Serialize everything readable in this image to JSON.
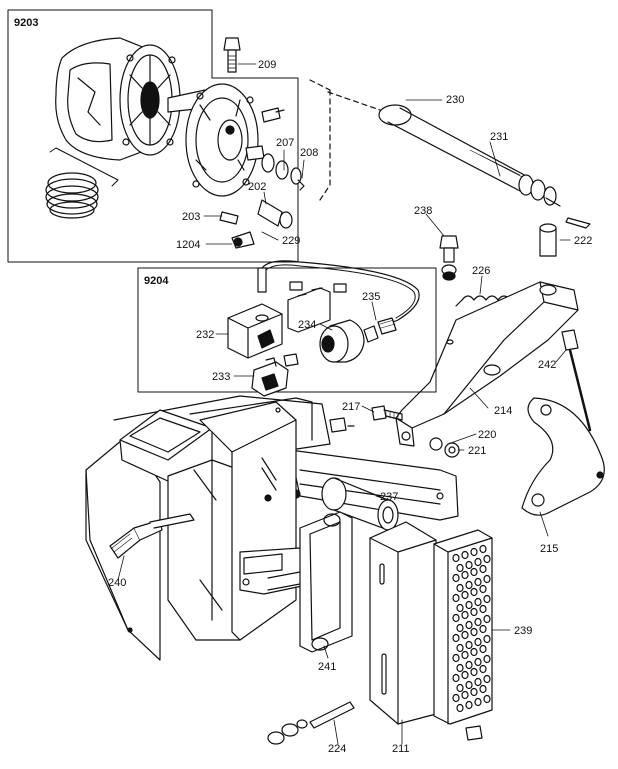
{
  "boxes": {
    "b9203": "9203",
    "b9204": "9204"
  },
  "callouts": {
    "c209": "209",
    "c230": "230",
    "c231": "231",
    "c207": "207",
    "c208": "208",
    "c202": "202",
    "c203": "203",
    "c229": "229",
    "c1204": "1204",
    "c238": "238",
    "c222": "222",
    "c226": "226",
    "c232": "232",
    "c235": "235",
    "c234": "234",
    "c242": "242",
    "c233": "233",
    "c217": "217",
    "c214": "214",
    "c220": "220",
    "c221": "221",
    "c237": "237",
    "c215": "215",
    "c240": "240",
    "c239": "239",
    "c241": "241",
    "c224": "224",
    "c211": "211"
  }
}
